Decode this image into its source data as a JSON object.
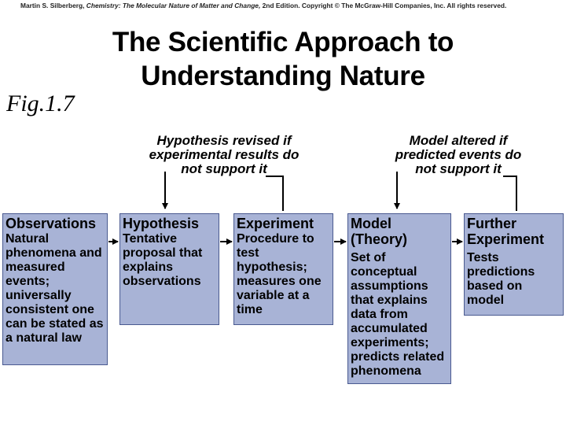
{
  "copyright": {
    "author": "Martin S. Silberberg,",
    "book": "Chemistry: The Molecular Nature of Matter and Change,",
    "edition": "2nd Edition.",
    "rights": "Copyright © The McGraw-Hill Companies, Inc. All rights reserved."
  },
  "title": {
    "line1": "The Scientific Approach to",
    "line2": "Understanding Nature"
  },
  "figure_label": "Fig.1.7",
  "feedback_notes": [
    {
      "lines": [
        "Hypothesis revised if",
        "experimental results do",
        "not support it"
      ]
    },
    {
      "lines": [
        "Model altered if",
        "predicted events do",
        "not support it"
      ]
    }
  ],
  "steps": [
    {
      "heading": "Observations",
      "description": "Natural phenomena and measured events; universally consistent one can be stated as a natural law"
    },
    {
      "heading": "Hypothesis",
      "description": "Tentative proposal that explains observations"
    },
    {
      "heading": "Experiment",
      "description": "Procedure to test hypothesis; measures one variable at a time"
    },
    {
      "heading": "Model (Theory)",
      "description": "Set of conceptual assumptions that explains data from accumulated experiments; predicts related phenomena"
    },
    {
      "heading": "Further Experiment",
      "description": "Tests predictions based on model"
    }
  ],
  "colors": {
    "box_fill": "#a8b3d6",
    "box_border": "#4a5a90"
  }
}
